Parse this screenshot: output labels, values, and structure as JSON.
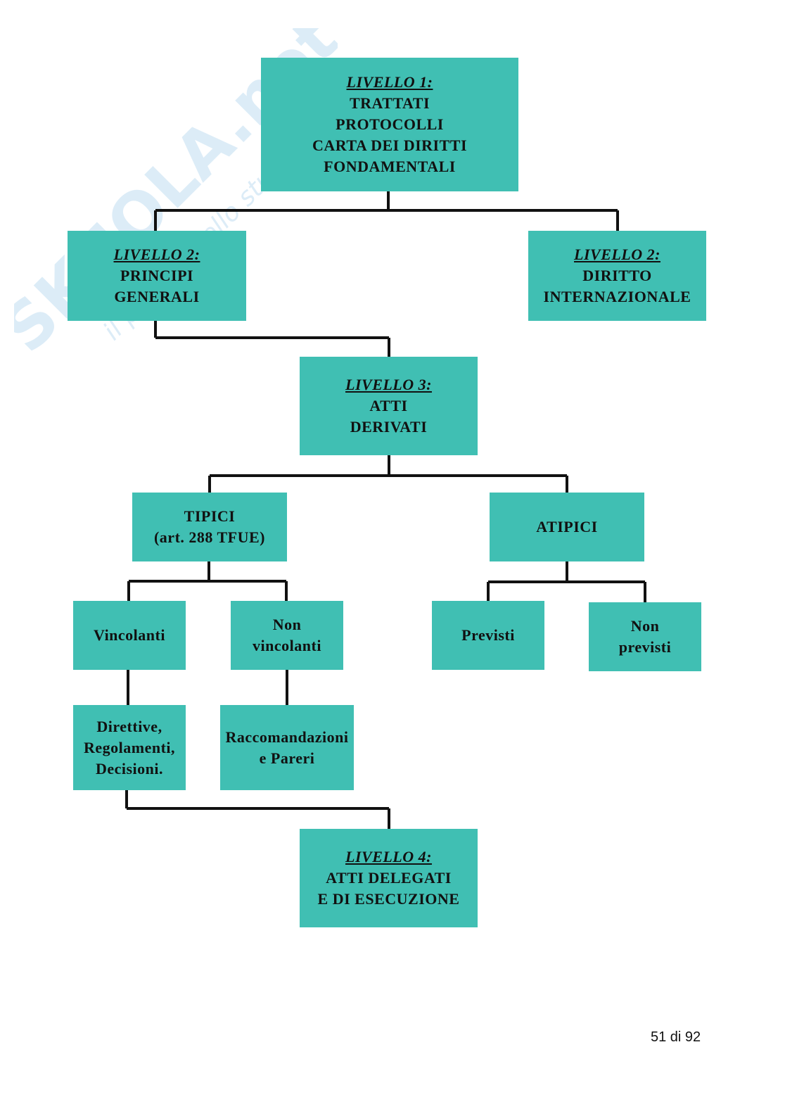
{
  "diagram": {
    "livello1": {
      "level": "LIVELLO 1:",
      "lines": [
        "TRATTATI",
        "PROTOCOLLI",
        "CARTA DEI DIRITTI",
        "FONDAMENTALI"
      ]
    },
    "livello2_principi": {
      "level": "LIVELLO 2:",
      "lines": [
        "PRINCIPI",
        "GENERALI"
      ]
    },
    "livello2_diritto": {
      "level": "LIVELLO 2:",
      "lines": [
        "DIRITTO",
        "INTERNAZIONALE"
      ]
    },
    "livello3": {
      "level": "LIVELLO 3:",
      "lines": [
        "ATTI",
        "DERIVATI"
      ]
    },
    "tipici": {
      "lines": [
        "TIPICI",
        "(art. 288 TFUE)"
      ]
    },
    "atipici": {
      "lines": [
        "ATIPICI"
      ]
    },
    "vincolanti": {
      "lines": [
        "Vincolanti"
      ]
    },
    "non_vincolanti": {
      "lines": [
        "Non",
        "vincolanti"
      ]
    },
    "previsti": {
      "lines": [
        "Previsti"
      ]
    },
    "non_previsti": {
      "lines": [
        "Non",
        "previsti"
      ]
    },
    "direttive": {
      "lines": [
        "Direttive,",
        "Regolamenti,",
        "Decisioni."
      ]
    },
    "raccomandazioni": {
      "lines": [
        "Raccomandazioni",
        "e Pareri"
      ]
    },
    "livello4": {
      "level": "LIVELLO 4:",
      "lines": [
        "ATTI DELEGATI",
        "E DI ESECUZIONE"
      ]
    }
  },
  "watermark": {
    "brand": "SKUOLA.net",
    "tagline": "il portale dello studente"
  },
  "footer": {
    "page_number": "51 di 92"
  },
  "colors": {
    "box_fill": "#40bfb3",
    "line": "#111111"
  }
}
